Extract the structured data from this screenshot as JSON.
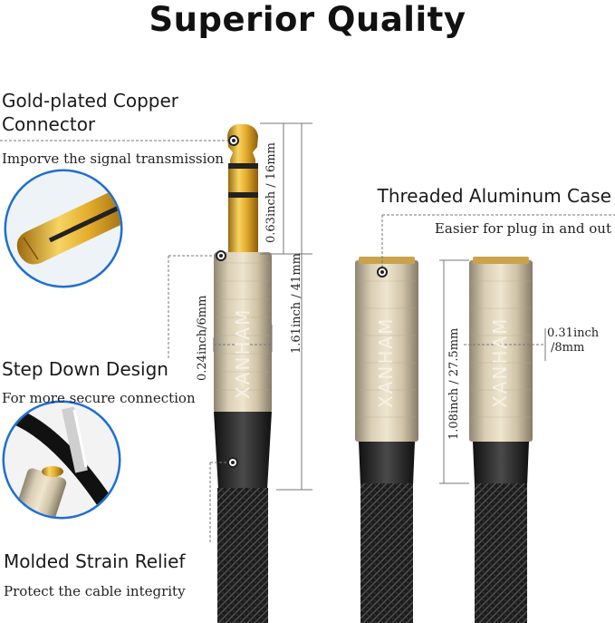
{
  "heading": "Superior Quality",
  "features": {
    "connector": {
      "title_line1": "Gold-plated Copper",
      "title_line2": "Connector",
      "subtitle": "Imporve the signal transmission"
    },
    "case": {
      "title": "Threaded Aluminum Case",
      "subtitle": "Easier for plug in and out"
    },
    "step_down": {
      "title": "Step Down Design",
      "subtitle": "For more secure connection"
    },
    "strain": {
      "title": "Molded Strain Relief",
      "subtitle": "Protect the cable integrity"
    }
  },
  "dimensions": {
    "plug_tip": "0.63inch / 16mm",
    "plug_total": "1.61inch / 41mm",
    "plug_width": "0.24inch/6mm",
    "jack_length": "1.08inch / 27.5mm",
    "jack_width_line1": "0.31inch",
    "jack_width_line2": "/8mm"
  },
  "brand": "XANHAM",
  "colors": {
    "gold": "#d9a82a",
    "aluminum": "#c9bca0",
    "cable": "#1e1e1e",
    "dim_line": "#666666"
  }
}
